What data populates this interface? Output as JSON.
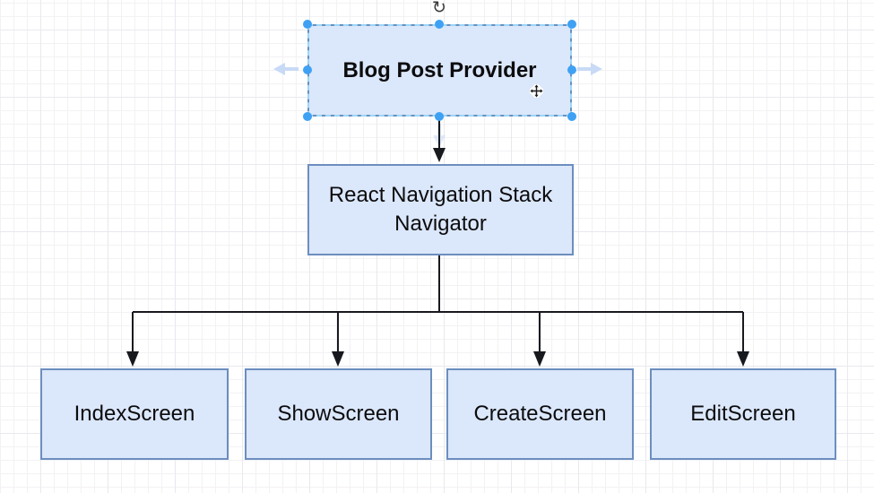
{
  "diagram": {
    "nodes": [
      {
        "key": "provider",
        "label": "Blog Post Provider",
        "selected": true,
        "bold": true
      },
      {
        "key": "navigator",
        "label": "React Navigation Stack Navigator"
      },
      {
        "key": "index",
        "label": "IndexScreen"
      },
      {
        "key": "show",
        "label": "ShowScreen"
      },
      {
        "key": "create",
        "label": "CreateScreen"
      },
      {
        "key": "edit",
        "label": "EditScreen"
      }
    ],
    "edges": [
      {
        "from": "provider",
        "to": "navigator"
      },
      {
        "from": "navigator",
        "to": "index"
      },
      {
        "from": "navigator",
        "to": "show"
      },
      {
        "from": "navigator",
        "to": "create"
      },
      {
        "from": "navigator",
        "to": "edit"
      }
    ]
  },
  "selection": {
    "selected_node": "Blog Post Provider",
    "rotate_glyph": "↻",
    "icons": [
      "rotate-handle-icon",
      "move-cursor-icon",
      "nav-arrow-left",
      "nav-arrow-right",
      "nav-arrow-down"
    ]
  },
  "colors": {
    "canvas_bg": "#ffffff",
    "grid_minor": "#f3f1f4",
    "grid_major": "#e9e9ee",
    "node_fill": "#dbe7fa",
    "node_border": "#6c8ebf",
    "connector": "#17191f",
    "selection_handle": "#3fa1f3",
    "selection_dash": "#9bd7f6",
    "nav_arrow": "#c8daf5",
    "text": "#0c0c0e"
  }
}
